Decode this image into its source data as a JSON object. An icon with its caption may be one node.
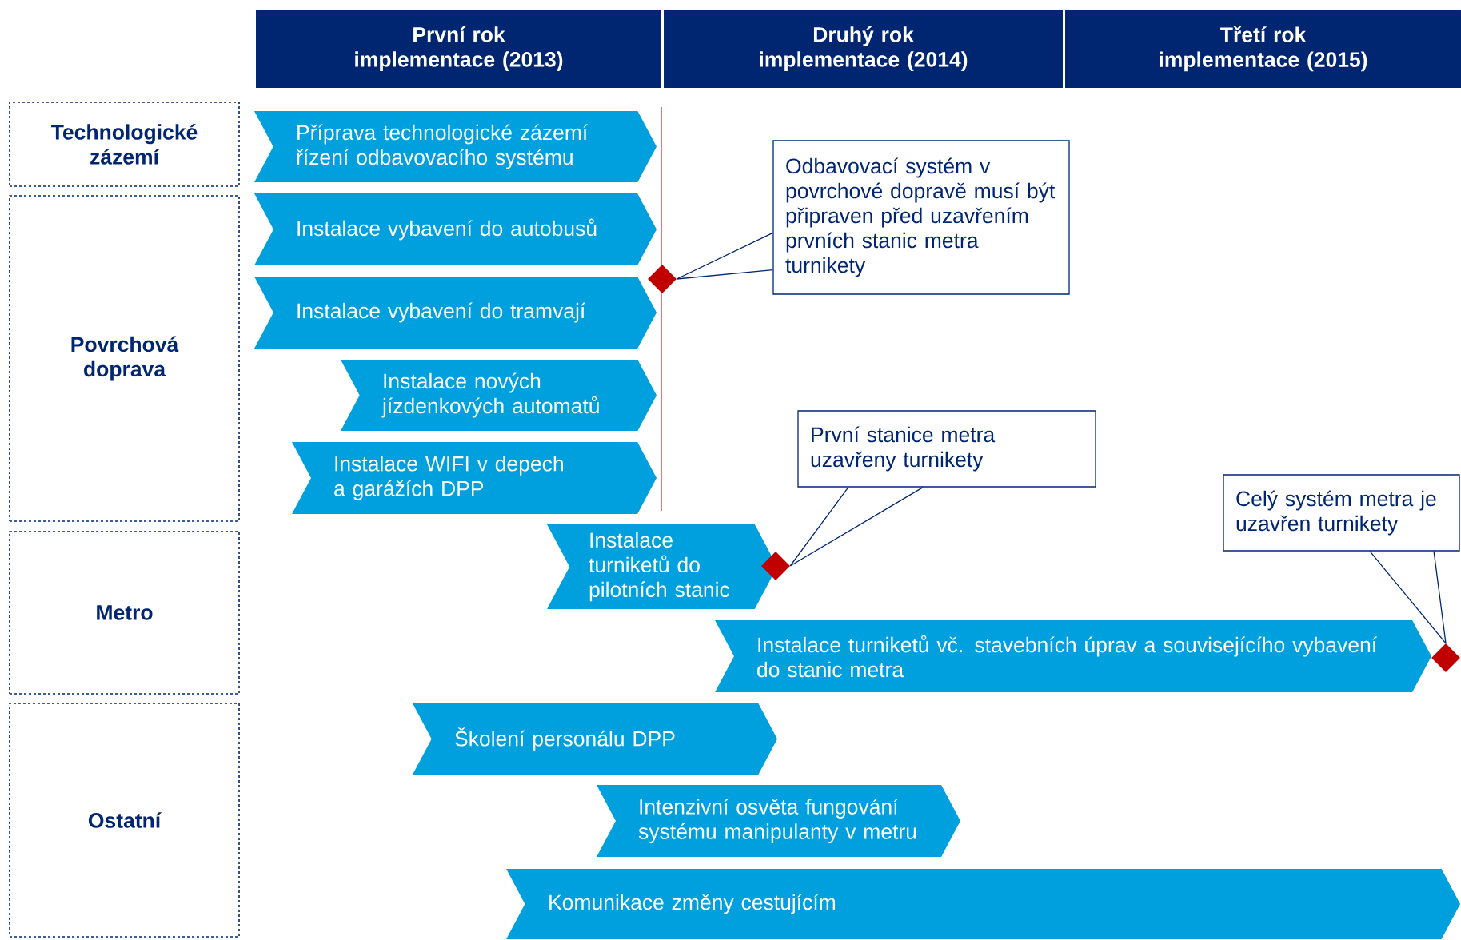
{
  "diagram": {
    "nodes": [
      {
        "text": [
          "První rok implementace (2013)"
        ]
      },
      {
        "text": [
          "Druhý rok implementace (2014)"
        ]
      },
      {
        "text": [
          "Třetí rok implementace (2015)"
        ]
      },
      {
        "text": [
          "Technologické zázemí"
        ]
      },
      {
        "text": [
          "Povrchová doprava"
        ]
      },
      {
        "text": [
          "Metro"
        ]
      },
      {
        "text": [
          "Ostatní"
        ]
      },
      {
        "text": [
          "Příprava technologické zázemí řízení odbavovacího systému"
        ]
      },
      {
        "text": [
          "Instalace vybavení do autobusů"
        ]
      },
      {
        "text": [
          "Instalace vybavení do tramvají"
        ]
      },
      {
        "text": [
          "Instalace nových jízdenkových automatů"
        ]
      },
      {
        "text": [
          "Instalace WIFI v depech a garážích DPP"
        ]
      },
      {
        "text": [
          "Instalace turniketů do pilotních stanic"
        ]
      },
      {
        "text": [
          "Instalace turniketů vč. stavebních úprav a souvisejícího vybavení do stanic metra"
        ]
      },
      {
        "text": [
          "Školení personálu DPP"
        ]
      },
      {
        "text": [
          "Intenzivní osvěta fungování systému manipulanty v metru"
        ]
      },
      {
        "text": [
          "Komunikace změny cestujícím"
        ]
      },
      {
        "text": [],
        "shape": "diamond"
      },
      {
        "text": [],
        "shape": "diamond"
      },
      {
        "text": [],
        "shape": "diamond"
      },
      {
        "text": [
          "Odbavovací systém v povrchové dopravě musí být připraven před uzavřením prvních stanic metra turnikety"
        ]
      },
      {
        "text": [
          "První stanice metra uzavřeny turnikety"
        ]
      },
      {
        "text": [
          "Celý systém metra je uzavřen turnikety"
        ]
      }
    ],
    "edges": [
      {
        "from": 20,
        "to": 17,
        "arrow": "none"
      },
      {
        "from": 21,
        "to": 18,
        "arrow": "none"
      },
      {
        "from": 22,
        "to": 19,
        "arrow": "none"
      }
    ]
  }
}
